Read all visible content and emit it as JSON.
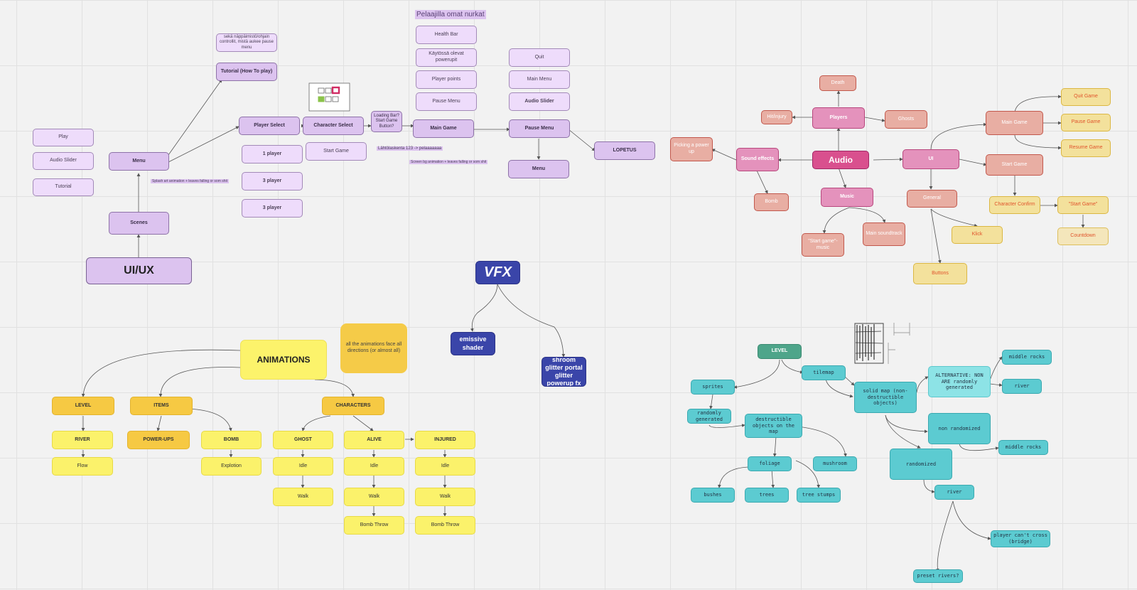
{
  "uiux": {
    "title": "UI/UX",
    "scenes": "Scenes",
    "menu": "Menu",
    "menu_items": [
      "Play",
      "Audio Slider",
      "Tutorial"
    ],
    "tutorial_note": "sekä näppäimistö/ohjain controllit, mistä aukee pause menu",
    "tutorial": "Tutorial (How To play)",
    "player_select": "Player Select",
    "player_options": [
      "1 player",
      "3 player",
      "3 player"
    ],
    "character_select": "Character Select",
    "start_game": "Start Game",
    "loading": "Loading Bar? Start Game Button?",
    "main_game": "Main Game",
    "corners_title": "Pelaajilla omat nurkat",
    "corner_items": [
      "Health Bar",
      "Käytössä olevat powerupit",
      "Player points",
      "Pause Menu"
    ],
    "pause_items": [
      "Quit",
      "Main Menu",
      "Audio Slider"
    ],
    "pause_menu": "Pause Menu",
    "menu2": "Menu",
    "lopetus": "LOPETUS",
    "splash_note": "Splash art animation + leaves falling or som shit",
    "countdown_note": "Lähtölaskenta 123 -> pelaaaaaaa",
    "screen_note": "Screen bg animation + leaves falling or som shit"
  },
  "audio": {
    "title": "Audio",
    "players": "Players",
    "death": "Death",
    "hit": "Hit/injury",
    "ghosts": "Ghosts",
    "sound_effects": "Sound effects",
    "powerup": "Picking a power up",
    "bomb": "Bomb",
    "music": "Music",
    "start_music": "\"Start game\"- music",
    "main_soundtrack": "Main soundtrack",
    "ui": "UI",
    "main_game": "Main Game",
    "quit": "Quit Game",
    "pause": "Pause Game",
    "resume": "Resume Game",
    "start_game": "Start Game",
    "char_confirm": "Character Confirm",
    "start_quote": "\"Start Game\"",
    "countdown": "Countdown",
    "general": "General",
    "klick": "Klick",
    "buttons": "Buttons"
  },
  "vfx": {
    "title": "VFX",
    "emissive": "emissive shader",
    "shroom": "shroom glitter portal glitter powerup fx"
  },
  "animations": {
    "title": "ANIMATIONS",
    "note": "all the animations face all directions (or almost all)",
    "level": "LEVEL",
    "river": "RIVER",
    "flow": "Flow",
    "items": "ITEMS",
    "powerups": "POWER-UPS",
    "bomb": "BOMB",
    "explotion": "Explotion",
    "characters": "CHARACTERS",
    "ghost": "GHOST",
    "alive": "ALIVE",
    "injured": "INJURED",
    "idle": "Idle",
    "walk": "Walk",
    "bomb_throw": "Bomb Throw"
  },
  "level": {
    "title": "LEVEL",
    "sprites": "sprites",
    "tilemap": "tilemap",
    "randomly": "randomly generated",
    "destructible": "destructible objects on the map",
    "foliage": "foliage",
    "mushroom": "mushroom",
    "bushes": "bushes",
    "trees": "trees",
    "stumps": "tree stumps",
    "solid": "solid map (non-destructible objects)",
    "alternative": "ALTERNATIVE: NON ARE randomly generated",
    "middle_rocks": "middle rocks",
    "river": "river",
    "non_random": "non randomized",
    "randomized": "randomized",
    "bridge": "player can't cross (bridge)",
    "preset": "preset rivers?"
  }
}
